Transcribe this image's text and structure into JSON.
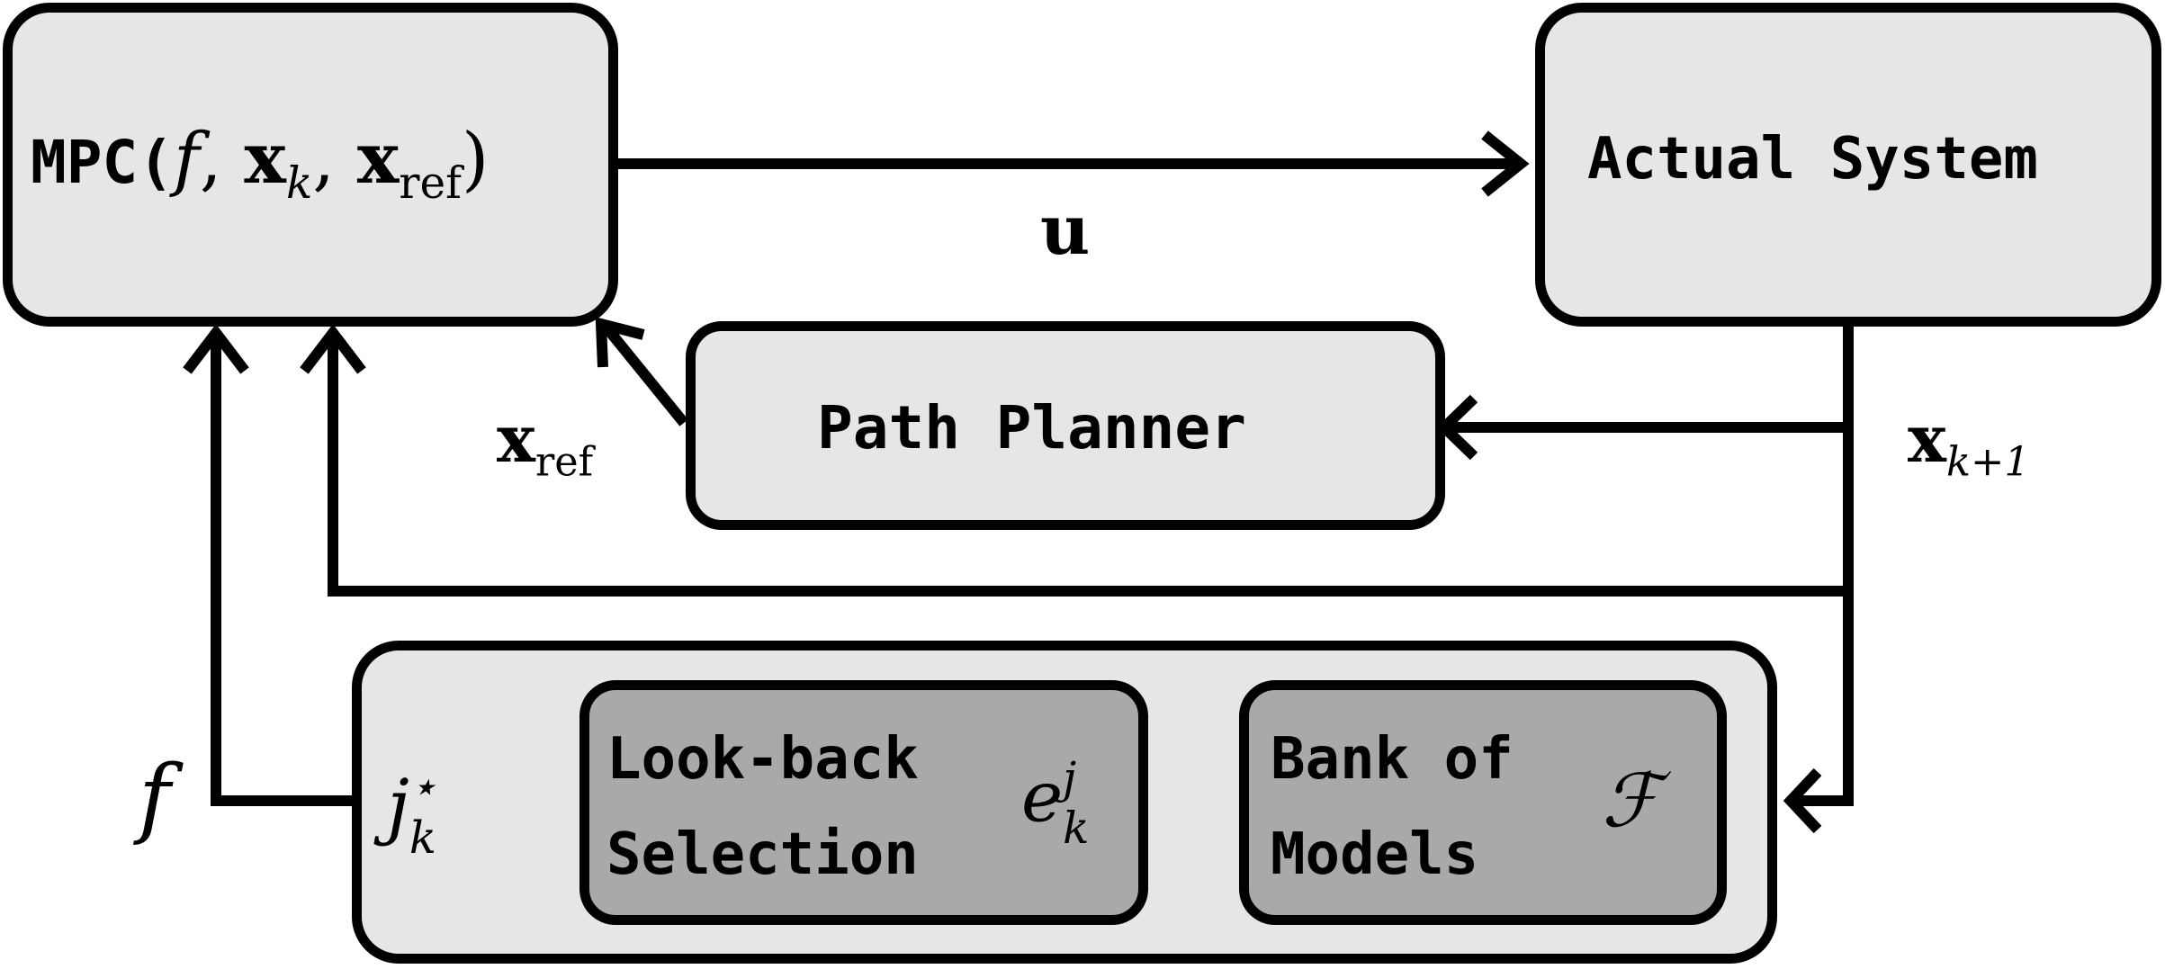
{
  "blocks": {
    "mpc": {
      "prefix": "MPC(",
      "f": "f",
      "sep1": ",",
      "x": "x",
      "x_sub": "k",
      "sep2": ",",
      "xr": "x",
      "xr_sub": "ref",
      "suffix": ")"
    },
    "actual_system": "Actual System",
    "path_planner": "Path Planner",
    "look_back": {
      "line1": "Look-back",
      "line2": "Selection"
    },
    "bank": {
      "line1": "Bank of",
      "line2": "Models"
    }
  },
  "symbols": {
    "u": "u",
    "x_ref": {
      "base": "x",
      "sub": "ref"
    },
    "x_next": {
      "base": "x",
      "sub": "k+1"
    },
    "f": "f",
    "j_star": {
      "base": "j",
      "sup": "⋆",
      "sub": "k"
    },
    "e_kj": {
      "base": "e",
      "sup": "j",
      "sub": "k"
    },
    "cal_f": "ℱ"
  },
  "colors": {
    "outer_box": "#e6e6e6",
    "inner_box": "#a9a9a9",
    "line": "#000000"
  }
}
